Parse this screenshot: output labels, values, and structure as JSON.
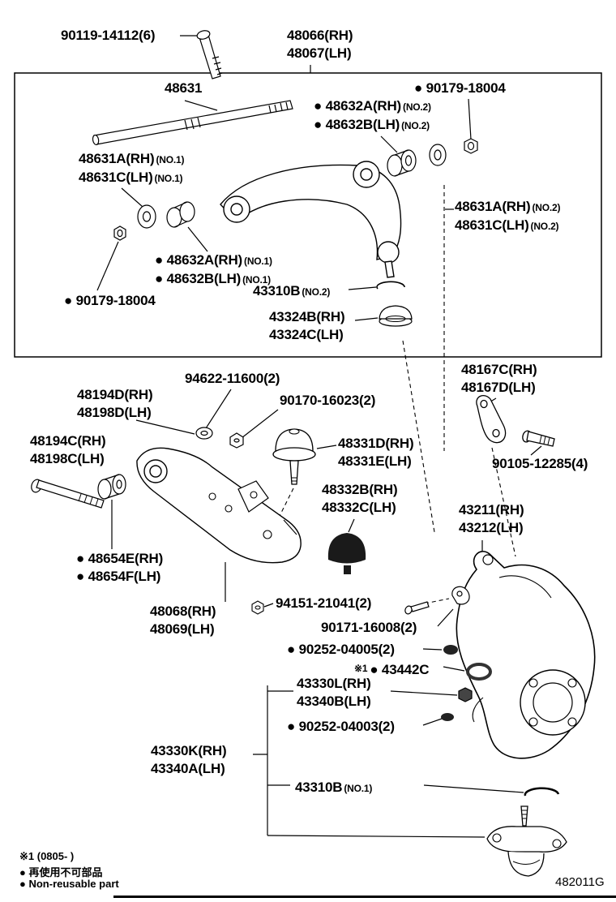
{
  "parts": {
    "p90119_14112": "90119-14112(6)",
    "p48066": "48066(RH)",
    "p48067": "48067(LH)",
    "p48631": "48631",
    "p90179_18004": "● 90179-18004",
    "p48632a": "● 48632A(RH)",
    "p48632b": "● 48632B(LH)",
    "p48631a": "48631A(RH)",
    "p48631c": "48631C(LH)",
    "p43310b": "43310B",
    "p43324b": "43324B(RH)",
    "p43324c": "43324C(LH)",
    "p48167c": "48167C(RH)",
    "p48167d": "48167D(LH)",
    "p94622_11600": "94622-11600(2)",
    "p48194d": "48194D(RH)",
    "p48198d": "48198D(LH)",
    "p90170_16023": "90170-16023(2)",
    "p48194c": "48194C(RH)",
    "p48198c": "48198C(LH)",
    "p48331d": "48331D(RH)",
    "p48331e": "48331E(LH)",
    "p90105_12285": "90105-12285(4)",
    "p48332b": "48332B(RH)",
    "p48332c": "48332C(LH)",
    "p43211": "43211(RH)",
    "p43212": "43212(LH)",
    "p48654e": "● 48654E(RH)",
    "p48654f": "● 48654F(LH)",
    "p48068": "48068(RH)",
    "p48069": "48069(LH)",
    "p94151_21041": "94151-21041(2)",
    "p90171_16008": "90171-16008(2)",
    "p90252_04005": "● 90252-04005(2)",
    "ref1": "※1",
    "p43442c": "● 43442C",
    "p43330l": "43330L(RH)",
    "p43340b": "43340B(LH)",
    "p90252_04003": "● 90252-04003(2)",
    "p43330k": "43330K(RH)",
    "p43340a": "43340A(LH)",
    "suffix_no1": "(NO.1)",
    "suffix_no2": "(NO.2)"
  },
  "notes": {
    "ref_note": "※1 (0805-      )",
    "reuse_jp": "● 再使用不可部品",
    "reuse_en": "● Non-reusable part"
  },
  "diagram_code": "482011G"
}
